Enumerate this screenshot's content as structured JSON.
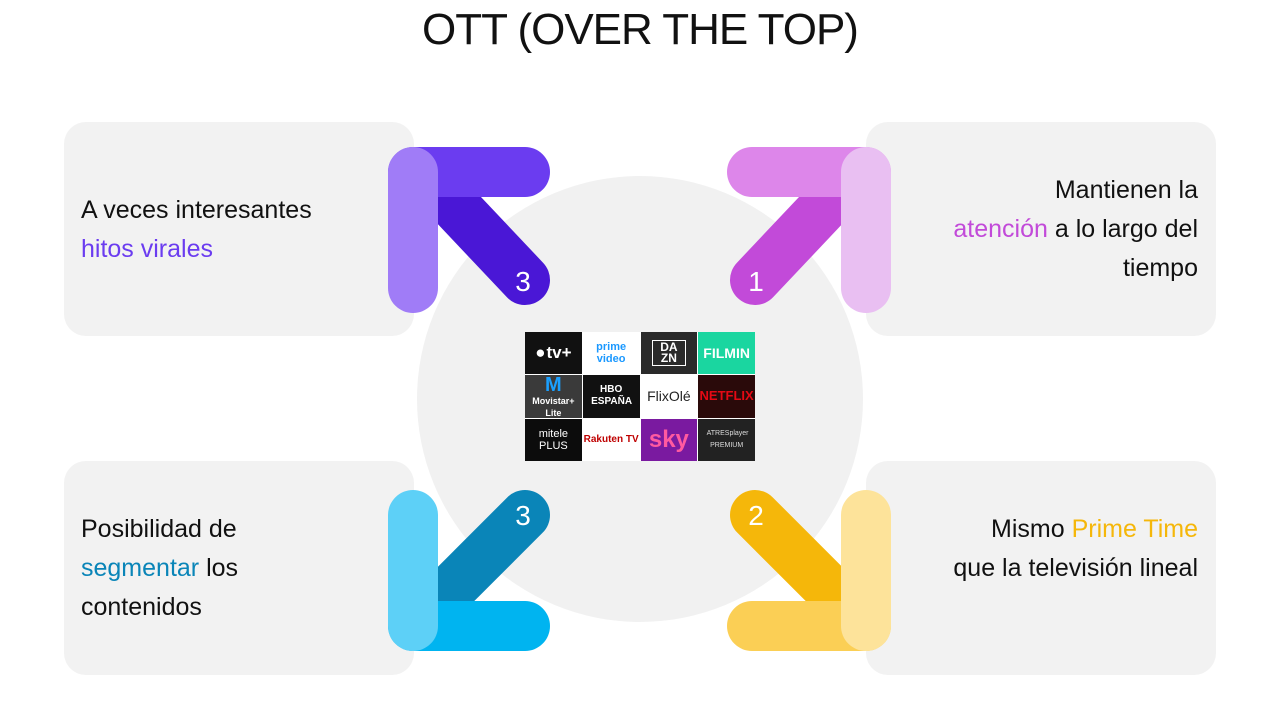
{
  "title": "OTT (OVER THE TOP)",
  "colors": {
    "purple_dark": "#4a17d6",
    "purple_light": "#a07cf7",
    "magenta_dark": "#c24ad9",
    "magenta_light": "#e9bff2",
    "cyan_dark": "#0a85b8",
    "cyan_light": "#5dd0f7",
    "yellow_dark": "#f5b70a",
    "yellow_light": "#fde39a",
    "card_bg": "#f2f2f2",
    "circle_bg": "#f1f1f1"
  },
  "cards": {
    "top_left": {
      "number": "3",
      "text_before": "A veces interesantes",
      "highlight": "hitos virales",
      "text_after": ""
    },
    "top_right": {
      "number": "1",
      "text_before": "Mantienen la",
      "highlight": "atención",
      "text_after": "a lo largo del tiempo"
    },
    "bottom_left": {
      "number": "3",
      "text_before": "Posibilidad de",
      "highlight": "segmentar",
      "text_after": "los contenidos"
    },
    "bottom_right": {
      "number": "2",
      "text_before": "Mismo",
      "highlight": "Prime Time",
      "text_after": "que la televisión lineal"
    }
  },
  "logos": {
    "appletv": "tv+",
    "prime": "prime video",
    "dazn": "DA ZN",
    "filmin": "FILMIN",
    "movistar": "Movistar+ Lite",
    "hbo": "HBO ESPAÑA",
    "flixole": "FlixOlé",
    "netflix": "NETFLIX",
    "mitele": "mitele PLUS",
    "rakuten": "Rakuten TV",
    "sky": "sky",
    "atresplayer": "ATRESplayer PREMIUM"
  }
}
